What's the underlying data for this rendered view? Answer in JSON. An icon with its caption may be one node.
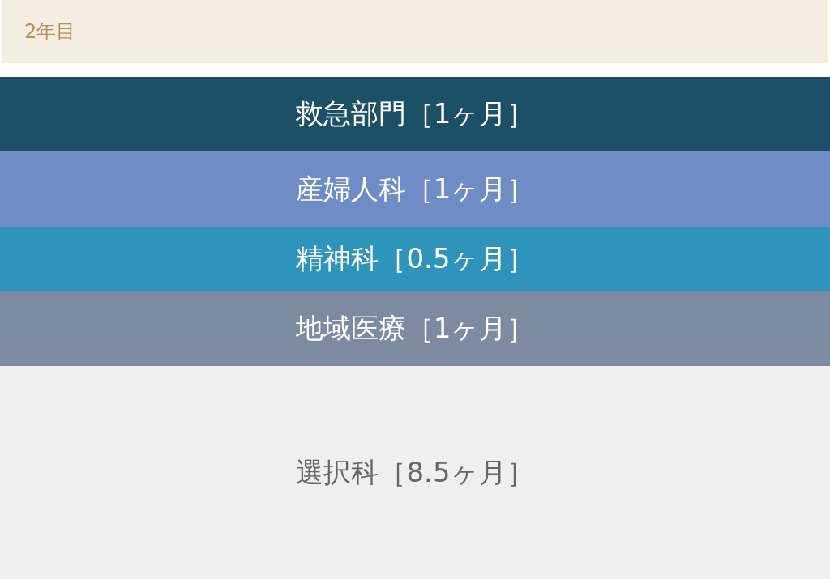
{
  "diagram": {
    "nodes": [
      {
        "text": [
          "2年目"
        ]
      },
      {
        "text": [
          "救急部門［1ヶ月］"
        ]
      },
      {
        "text": [
          "産婦人科［1ヶ月］"
        ]
      },
      {
        "text": [
          "精神科［0.5ヶ月］"
        ]
      },
      {
        "text": [
          "地域医療［1ヶ月］"
        ]
      },
      {
        "text": [
          "選択科［8.5ヶ月］"
        ]
      }
    ]
  }
}
